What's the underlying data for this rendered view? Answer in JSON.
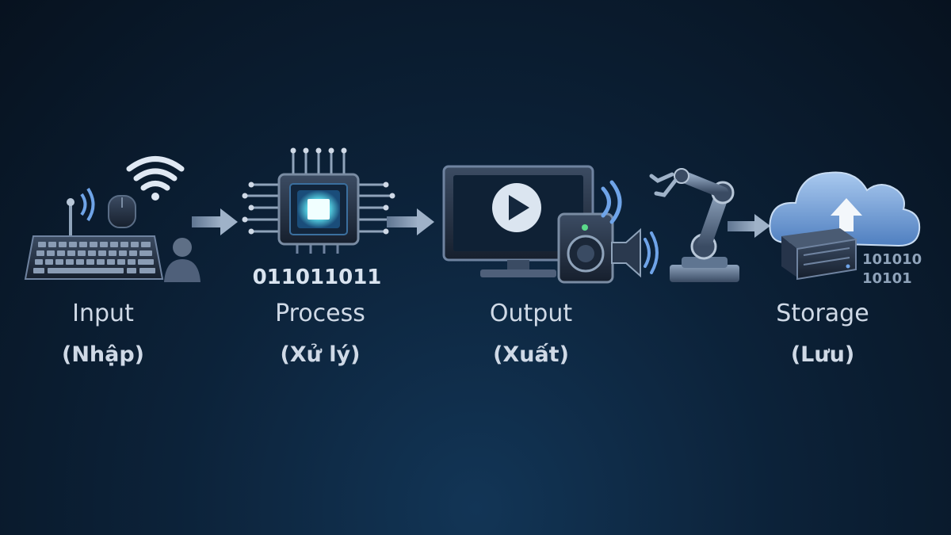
{
  "stages": [
    {
      "id": "input",
      "title": "Input",
      "subtitle": "(Nhập)",
      "icon": "keyboard-icon"
    },
    {
      "id": "process",
      "title": "Process",
      "subtitle": "(Xử lý)",
      "icon": "cpu-chip-icon"
    },
    {
      "id": "output",
      "title": "Output",
      "subtitle": "(Xuất)",
      "icon": "monitor-icon"
    },
    {
      "id": "storage",
      "title": "Storage",
      "subtitle": "(Lưu)",
      "icon": "cloud-storage-icon"
    }
  ],
  "process_binary": "011011011",
  "storage_binary": [
    "101010",
    "10101"
  ],
  "colors": {
    "background": "#0c2239",
    "label": "#cfd9e6",
    "accent_cyan": "#5fe6f2",
    "icon_blue": "#5f8fd6"
  }
}
